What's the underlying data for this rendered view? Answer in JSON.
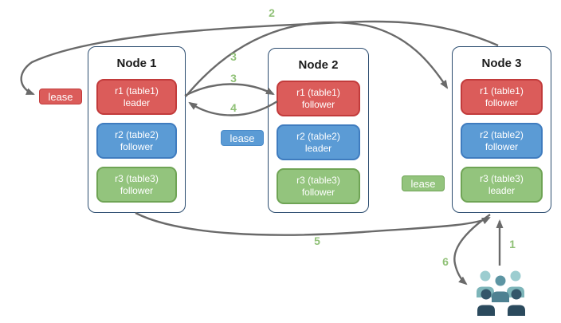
{
  "nodes": [
    {
      "title": "Node 1",
      "replicas": [
        {
          "name": "r1 (table1)",
          "role": "leader",
          "color": "#DB5C5A"
        },
        {
          "name": "r2 (table2)",
          "role": "follower",
          "color": "#5B9BD5"
        },
        {
          "name": "r3 (table3)",
          "role": "follower",
          "color": "#93C47D"
        }
      ]
    },
    {
      "title": "Node 2",
      "replicas": [
        {
          "name": "r1 (table1)",
          "role": "follower",
          "color": "#DB5C5A"
        },
        {
          "name": "r2 (table2)",
          "role": "leader",
          "color": "#5B9BD5"
        },
        {
          "name": "r3 (table3)",
          "role": "follower",
          "color": "#93C47D"
        }
      ]
    },
    {
      "title": "Node 3",
      "replicas": [
        {
          "name": "r1 (table1)",
          "role": "follower",
          "color": "#DB5C5A"
        },
        {
          "name": "r2 (table2)",
          "role": "follower",
          "color": "#5B9BD5"
        },
        {
          "name": "r3 (table3)",
          "role": "leader",
          "color": "#93C47D"
        }
      ]
    }
  ],
  "leases": [
    {
      "label": "lease",
      "color": "#DB5C5A"
    },
    {
      "label": "lease",
      "color": "#5B9BD5"
    },
    {
      "label": "lease",
      "color": "#93C47D"
    }
  ],
  "steps": {
    "step1": "1",
    "step2": "2",
    "step3a": "3",
    "step3b": "3",
    "step4": "4",
    "step5": "5",
    "step6": "6"
  },
  "icons": {
    "users": "users-icon"
  },
  "colors": {
    "node_border": "#2B4C6F",
    "replica_red": "#DB5C5A",
    "replica_red_border": "#C23B3B",
    "replica_blue": "#5B9BD5",
    "replica_blue_border": "#3F7CBF",
    "replica_green": "#93C47D",
    "replica_green_border": "#6FA455",
    "arrow": "#6A6A6A",
    "step_label": "#90C177",
    "users_light": "#9CCDD0",
    "users_mid": "#5D95A3",
    "users_dark": "#2B4A5D"
  }
}
